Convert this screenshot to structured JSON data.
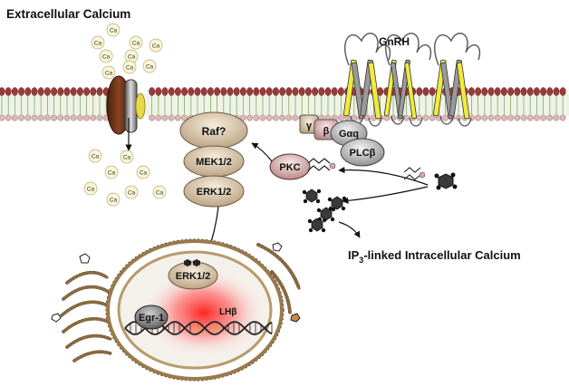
{
  "labels": {
    "extracellular_calcium": "Extracellular Calcium",
    "gnrh": "GnRH",
    "ip3_prefix": "IP",
    "ip3_sub": "3",
    "ip3_suffix": "-linked Intracellular Calcium"
  },
  "proteins": {
    "raf": "Raf?",
    "mek": "MEK1/2",
    "erk": "ERK1/2",
    "erk_nucleus": "ERK1/2",
    "pkc": "PKC",
    "gamma": "γ",
    "beta": "β",
    "galpha_q": "Gαq",
    "plc_beta": "PLCβ",
    "egr1": "Egr-1",
    "lh_beta": "LHβ"
  },
  "calcium_ion_label": "Ca",
  "colors": {
    "channel": "#6b2f1a",
    "receptor": "#f2ea3c",
    "membrane_head": "#9c3a3a",
    "kinase_fill": "#d8c6a8",
    "nucleus_glow": "#ff2a2a",
    "ion_fill": "#fbf6d6"
  }
}
